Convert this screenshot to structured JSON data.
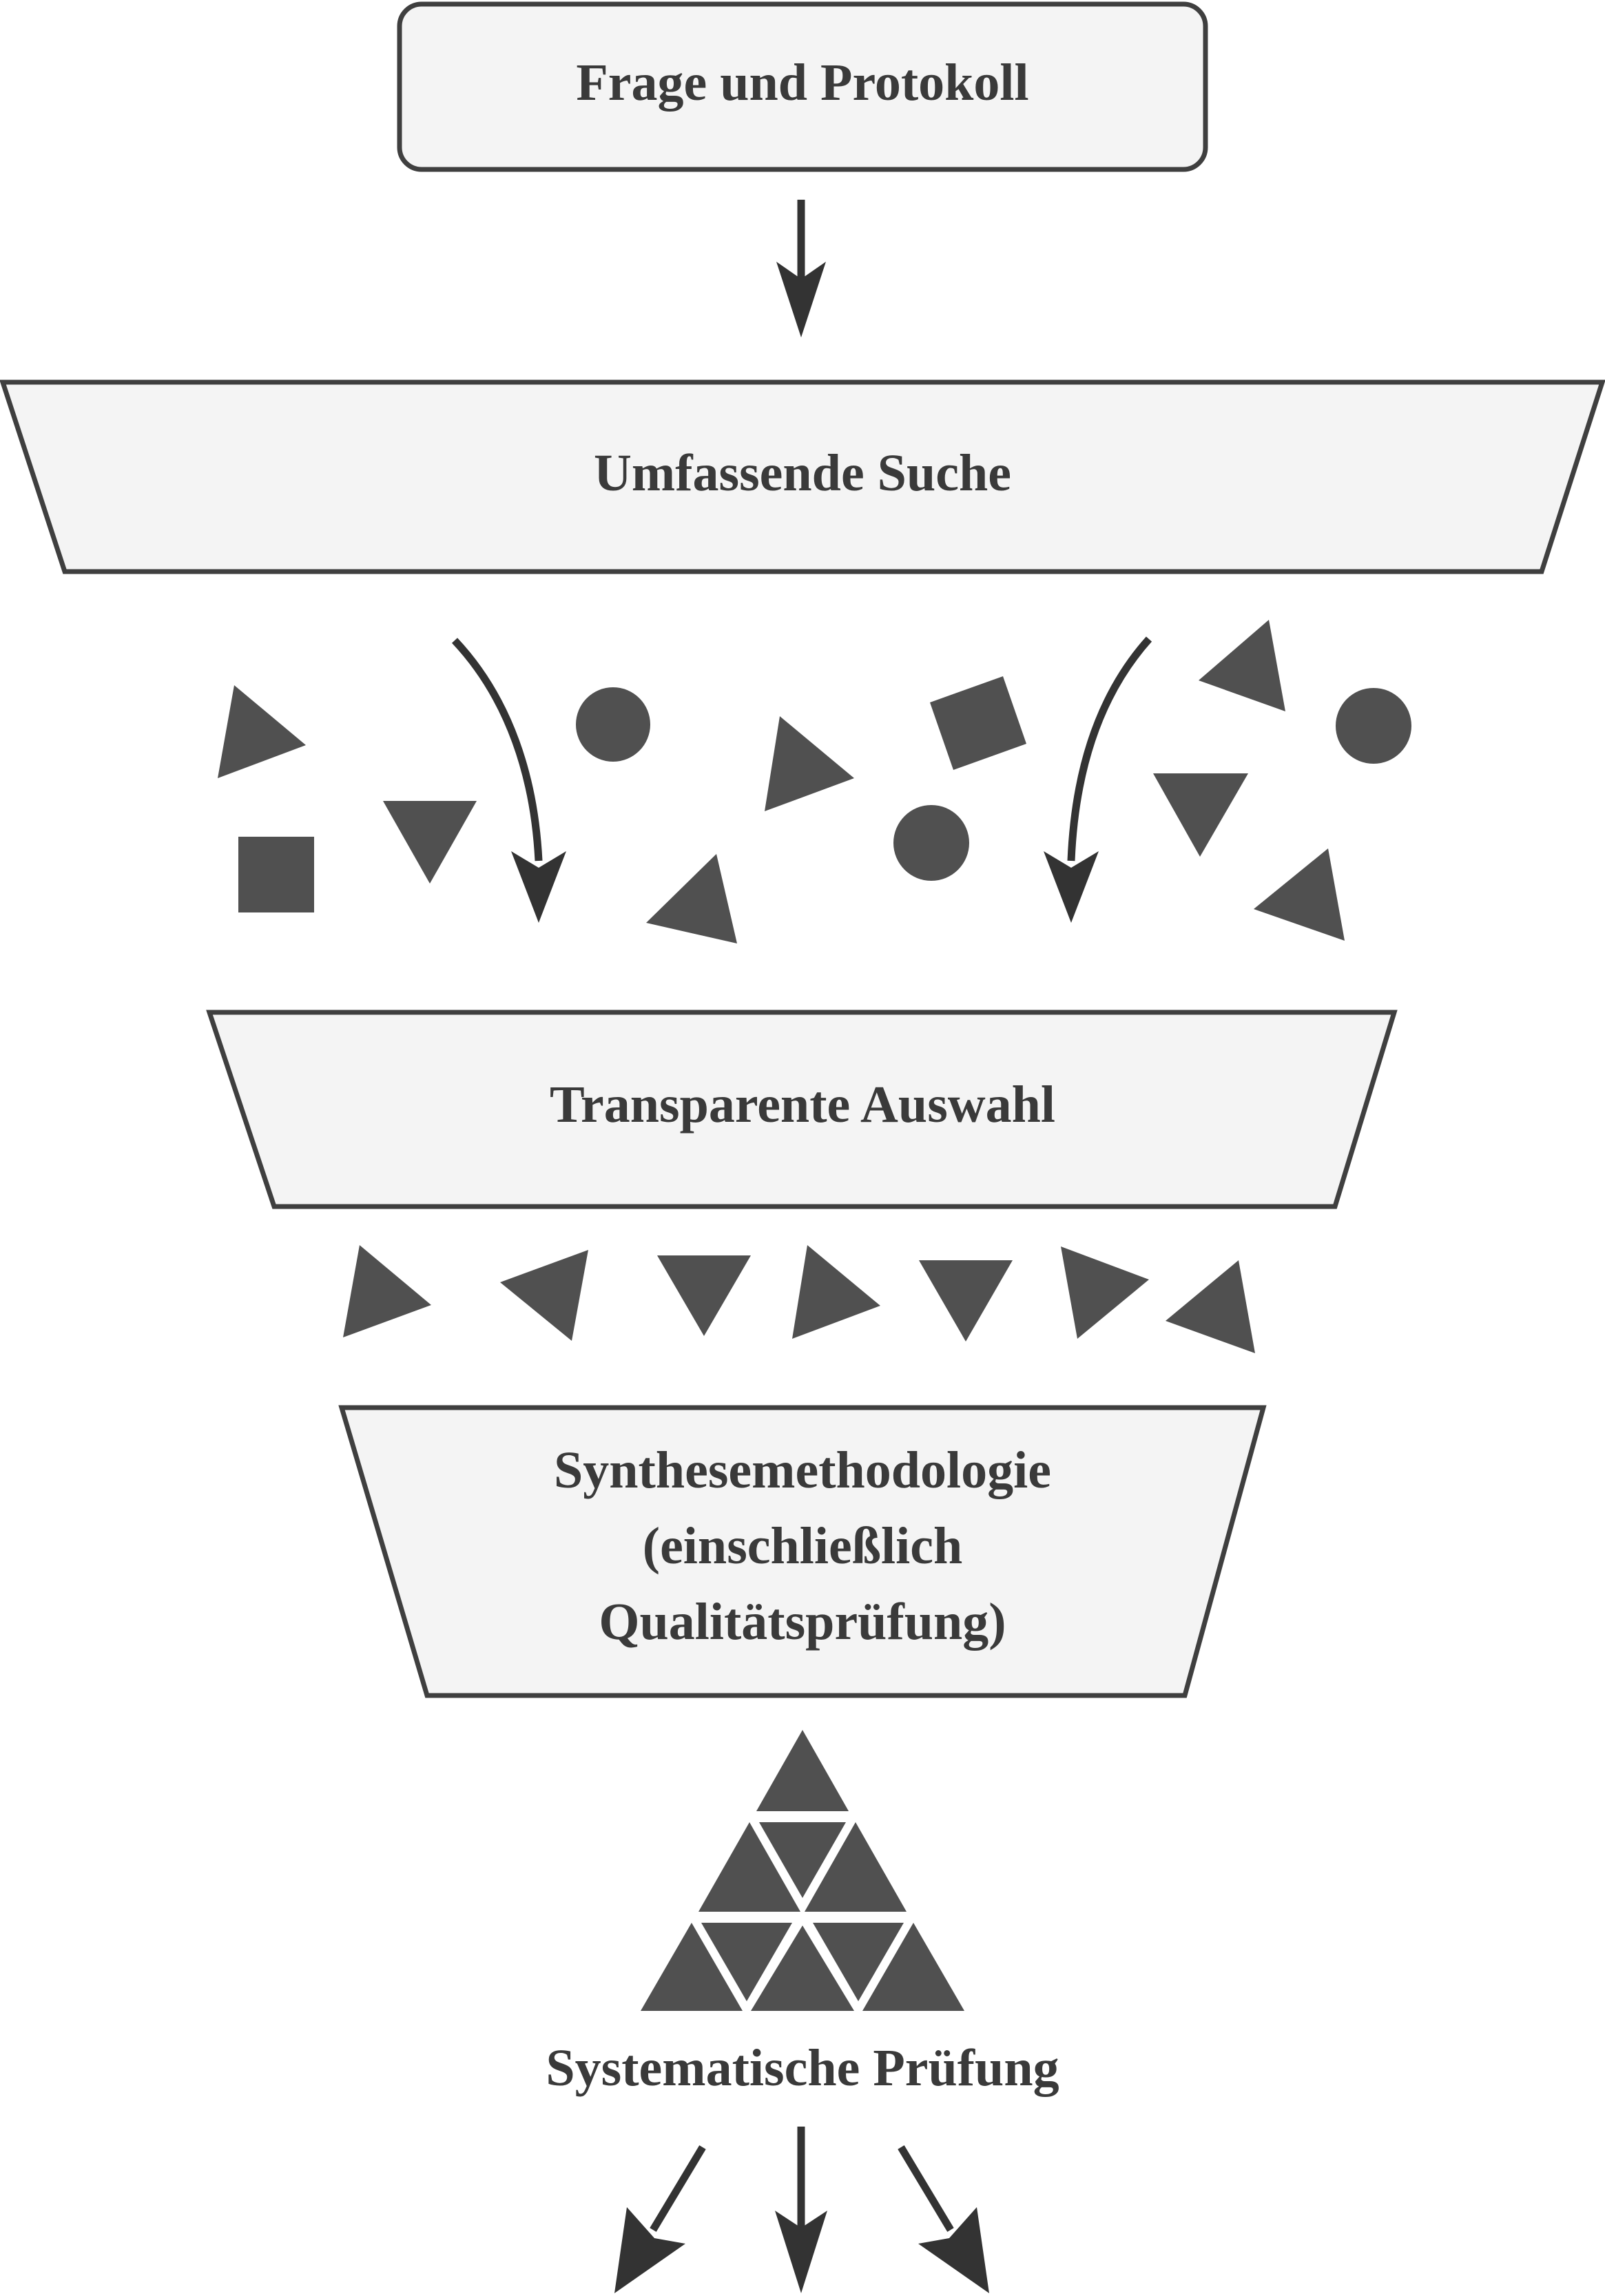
{
  "diagram": {
    "step_question": "Frage und Protokoll",
    "step_search": "Umfassende Suche",
    "step_selection": "Transparente Auswahl",
    "step_synthesis_line1": "Synthesemethodologie",
    "step_synthesis_line2": "(einschließlich",
    "step_synthesis_line3": "Qualitätsprüfung)",
    "result_label": "Systematische Prüfung"
  },
  "colors": {
    "box_fill": "#f4f4f4",
    "box_stroke": "#3f3f3f",
    "shape_fill": "#505050",
    "arrow": "#333333",
    "text": "#3a3a3a"
  }
}
